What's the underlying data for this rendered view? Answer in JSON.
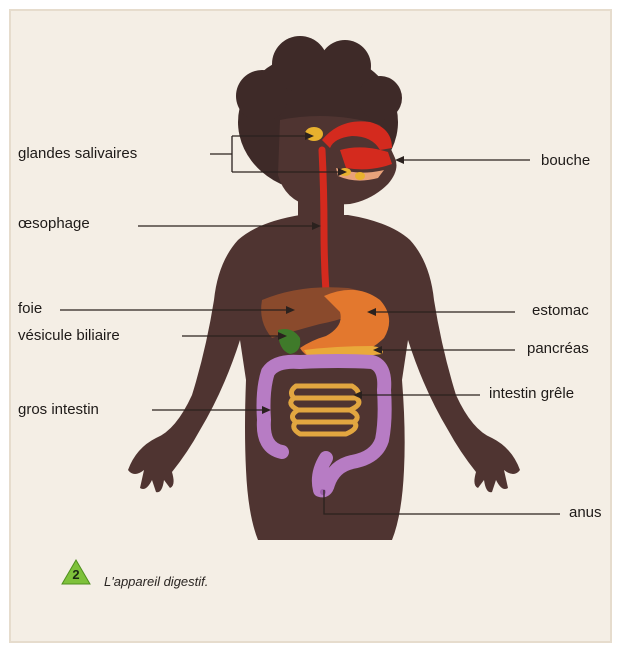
{
  "labels": {
    "glandes_salivaires": "glandes salivaires",
    "oesophage": "œsophage",
    "foie": "foie",
    "vesicule_biliaire": "vésicule biliaire",
    "gros_intestin": "gros intestin",
    "bouche": "bouche",
    "estomac": "estomac",
    "pancreas": "pancréas",
    "intestin_grele": "intestin grêle",
    "anus": "anus"
  },
  "figure": {
    "number": "2",
    "caption": "L'appareil digestif."
  },
  "colors": {
    "paper": "#f4eee5",
    "skin": "#4f3431",
    "hair": "#3e2a28",
    "mouth_red": "#d42a1e",
    "liver": "#8a4a2c",
    "stomach": "#e3782e",
    "gall_bladder": "#3f7a2a",
    "pancreas": "#e9a93a",
    "small_intestine": "#e2a640",
    "large_intestine": "#b77cc4",
    "badge_green": "#7ec13a"
  }
}
